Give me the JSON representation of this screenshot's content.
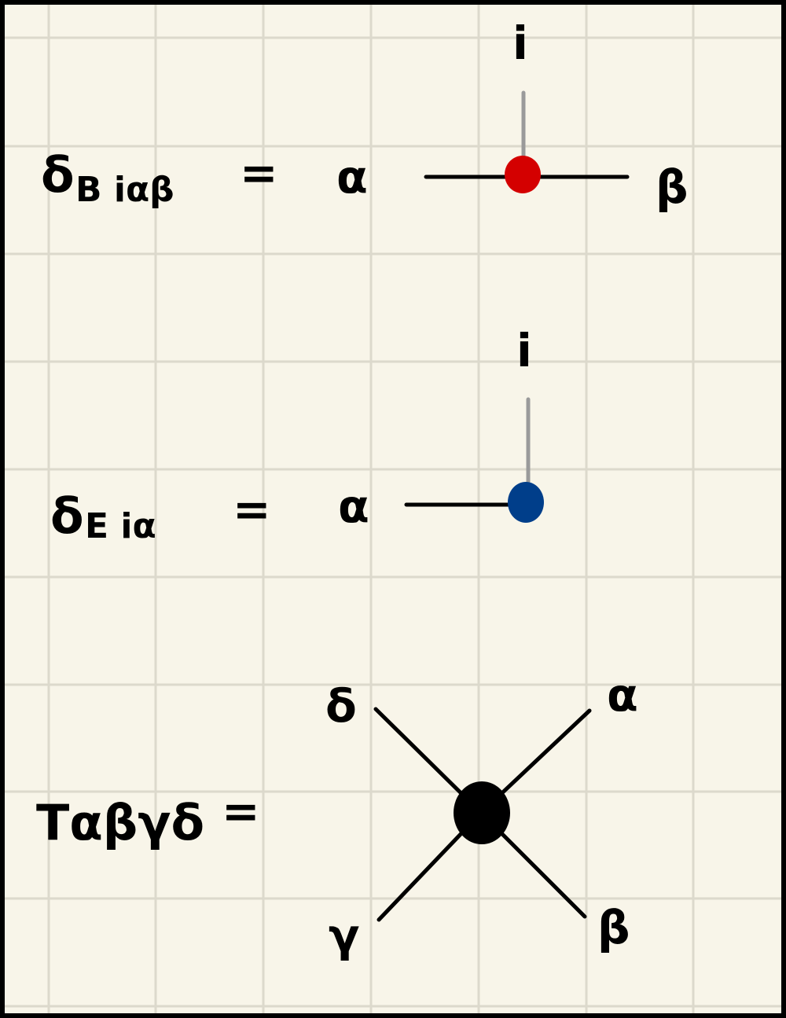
{
  "colors": {
    "paper": "#f8f5e9",
    "grid": "#dcd9cc",
    "ink": "#000000",
    "gray_leg": "#9a9a9a",
    "red_node": "#d40000",
    "blue_node": "#003e8a",
    "black_node": "#000000"
  },
  "eq1": {
    "lhs_main": "δ",
    "lhs_sub": "B iαβ",
    "equals": "=",
    "left_index": "α",
    "right_index": "β",
    "top_index": "i",
    "node_color_name": "red"
  },
  "eq2": {
    "lhs_main": "δ",
    "lhs_sub": "E iα",
    "equals": "=",
    "left_index": "α",
    "top_index": "i",
    "node_color_name": "blue"
  },
  "eq3": {
    "lhs": "Tαβγδ",
    "equals": "=",
    "top_left_index": "δ",
    "top_right_index": "α",
    "bottom_left_index": "γ",
    "bottom_right_index": "β",
    "node_color_name": "black"
  }
}
